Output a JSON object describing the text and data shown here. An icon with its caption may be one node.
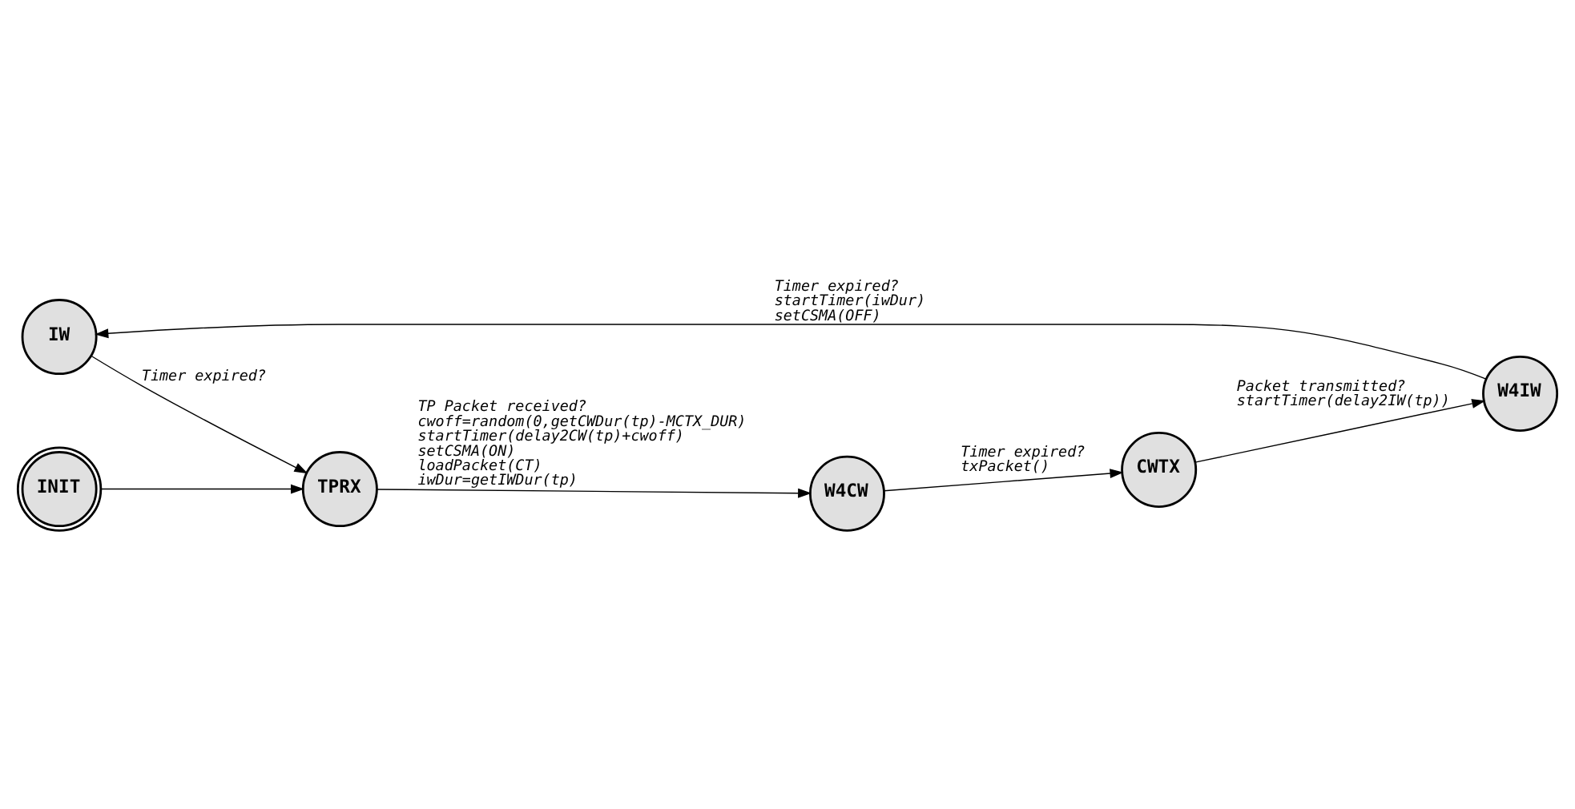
{
  "diagram": {
    "nodes": [
      {
        "text": [
          "IW"
        ]
      },
      {
        "text": [
          "W4IW"
        ]
      },
      {
        "text": [
          "INIT"
        ]
      },
      {
        "text": [
          "TPRX"
        ]
      },
      {
        "text": [
          "CWTX"
        ]
      },
      {
        "text": [
          "W4CW"
        ]
      }
    ],
    "edges": [
      {
        "from": 2,
        "to": 3,
        "arrow": "to"
      },
      {
        "from": 3,
        "to": 5,
        "arrow": "to",
        "label": "TP Packet received? cwoff=random(0,getCWDur(tp)-MCTX_DUR) startTimer(delay2CW(tp)+cwoff) setCSMA(ON) loadPacket(CT) iwDur=getIWDur(tp)"
      },
      {
        "from": 5,
        "to": 4,
        "arrow": "to",
        "label": "Timer expired? txPacket()"
      },
      {
        "from": 4,
        "to": 1,
        "arrow": "to",
        "label": "Packet transmitted? startTimer(delay2IW(tp))"
      },
      {
        "from": 1,
        "to": 0,
        "arrow": "to",
        "label": "Timer expired? startTimer(iwDur) setCSMA(OFF)"
      },
      {
        "from": 0,
        "to": 3,
        "arrow": "to",
        "label": "Timer expired?"
      }
    ]
  }
}
